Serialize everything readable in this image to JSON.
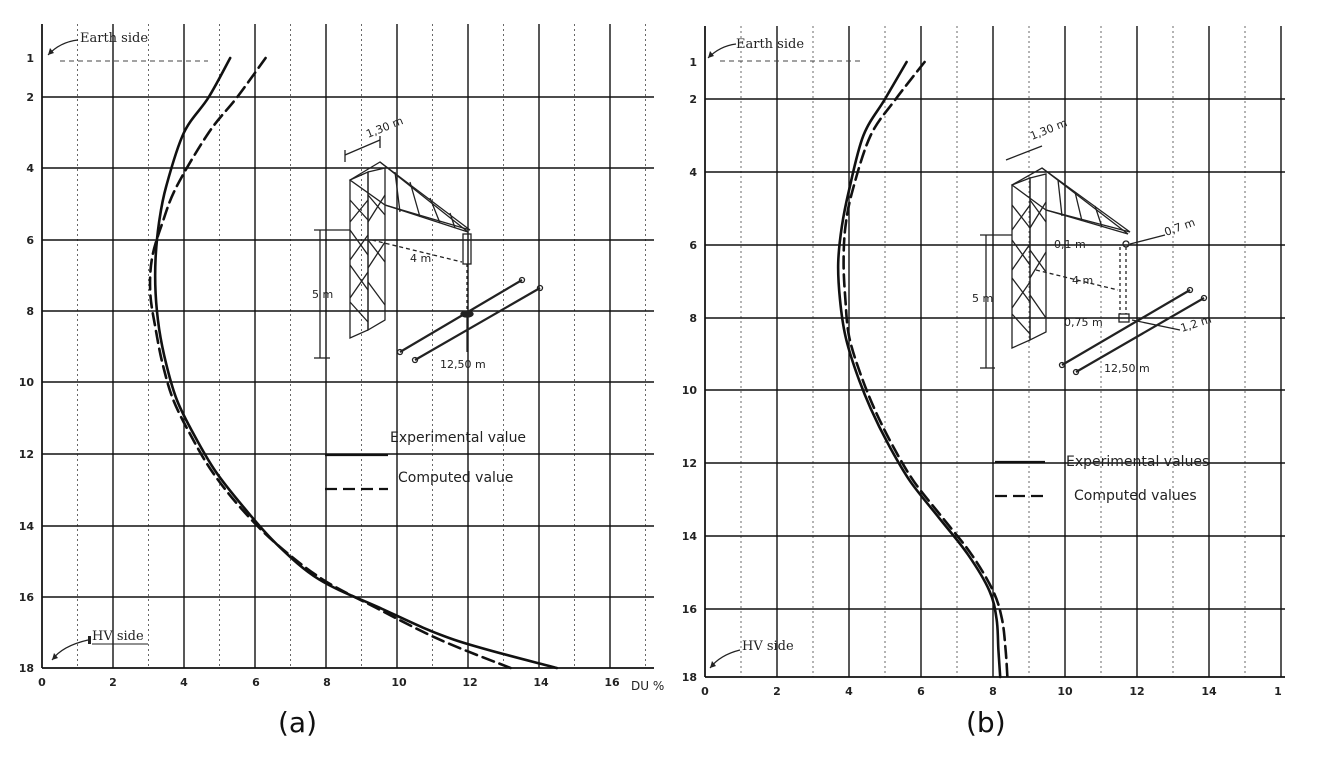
{
  "chart_data": [
    {
      "panel_label": "(a)",
      "type": "line",
      "y_ticks": [
        "1",
        "2",
        "4",
        "6",
        "8",
        "10",
        "12",
        "14",
        "16",
        "18"
      ],
      "x_ticks": [
        "0",
        "2",
        "4",
        "6",
        "8",
        "10",
        "12",
        "14",
        "16"
      ],
      "x_unit_label": "DU %",
      "ylim": [
        1,
        18
      ],
      "xlim": [
        0,
        17.5
      ],
      "y_inverted": true,
      "grid": true,
      "side_top": "Earth side",
      "side_bottom": "HV side",
      "legend": {
        "placement": "right",
        "experimental": "Experimental value",
        "computed": "Computed value"
      },
      "inset_labels": {
        "width": "1,30 m",
        "span": "4 m",
        "height": "5 m",
        "length": "12,50 m"
      },
      "series": [
        {
          "name": "Experimental value",
          "style": "solid",
          "points": [
            [
              5.3,
              1.0
            ],
            [
              4.7,
              2.0
            ],
            [
              4.0,
              3.0
            ],
            [
              3.5,
              4.5
            ],
            [
              3.3,
              5.5
            ],
            [
              3.2,
              6.5
            ],
            [
              3.2,
              7.5
            ],
            [
              3.3,
              8.5
            ],
            [
              3.5,
              9.5
            ],
            [
              3.8,
              10.5
            ],
            [
              4.3,
              11.5
            ],
            [
              4.9,
              12.5
            ],
            [
              5.7,
              13.5
            ],
            [
              6.6,
              14.5
            ],
            [
              7.8,
              15.5
            ],
            [
              9.5,
              16.3
            ],
            [
              11.6,
              17.2
            ],
            [
              14.5,
              18.0
            ]
          ]
        },
        {
          "name": "Computed value",
          "style": "dashed",
          "points": [
            [
              6.3,
              1.0
            ],
            [
              5.5,
              2.0
            ],
            [
              4.7,
              3.0
            ],
            [
              3.8,
              4.5
            ],
            [
              3.4,
              5.5
            ],
            [
              3.1,
              6.5
            ],
            [
              3.05,
              7.5
            ],
            [
              3.2,
              8.5
            ],
            [
              3.4,
              9.5
            ],
            [
              3.7,
              10.5
            ],
            [
              4.2,
              11.5
            ],
            [
              4.8,
              12.5
            ],
            [
              5.6,
              13.5
            ],
            [
              6.6,
              14.5
            ],
            [
              7.9,
              15.5
            ],
            [
              9.4,
              16.3
            ],
            [
              11.2,
              17.2
            ],
            [
              13.2,
              18.0
            ]
          ]
        }
      ]
    },
    {
      "panel_label": "(b)",
      "type": "line",
      "y_ticks": [
        "1",
        "2",
        "4",
        "6",
        "8",
        "10",
        "12",
        "14",
        "16",
        "18"
      ],
      "x_ticks": [
        "0",
        "2",
        "4",
        "6",
        "8",
        "10",
        "12",
        "14",
        "1"
      ],
      "ylim": [
        1,
        18
      ],
      "xlim": [
        0,
        16
      ],
      "y_inverted": true,
      "grid": true,
      "side_top": "Earth side",
      "side_bottom": "HV side",
      "legend": {
        "placement": "right",
        "experimental": "Experimental values",
        "computed": "Computed values"
      },
      "inset_labels": {
        "width": "1,30 m",
        "offset_top": "0,7 m",
        "top_drop": "0,1 m",
        "span": "4 m",
        "height": "5 m",
        "bottom_drop": "0,75 m",
        "spacing": "1,2 m",
        "length": "12,50 m"
      },
      "series": [
        {
          "name": "Experimental values",
          "style": "solid",
          "points": [
            [
              5.6,
              1.0
            ],
            [
              5.0,
              2.0
            ],
            [
              4.4,
              3.0
            ],
            [
              4.0,
              4.5
            ],
            [
              3.8,
              5.5
            ],
            [
              3.7,
              6.5
            ],
            [
              3.75,
              7.5
            ],
            [
              3.9,
              8.5
            ],
            [
              4.2,
              9.5
            ],
            [
              4.6,
              10.5
            ],
            [
              5.1,
              11.5
            ],
            [
              5.7,
              12.5
            ],
            [
              6.5,
              13.5
            ],
            [
              7.3,
              14.5
            ],
            [
              7.9,
              15.5
            ],
            [
              8.1,
              16.3
            ],
            [
              8.15,
              17.2
            ],
            [
              8.2,
              18.0
            ]
          ]
        },
        {
          "name": "Computed values",
          "style": "dashed",
          "points": [
            [
              6.1,
              1.0
            ],
            [
              5.3,
              2.0
            ],
            [
              4.6,
              3.0
            ],
            [
              4.1,
              4.5
            ],
            [
              3.9,
              5.5
            ],
            [
              3.85,
              6.5
            ],
            [
              3.9,
              7.5
            ],
            [
              4.0,
              8.5
            ],
            [
              4.3,
              9.5
            ],
            [
              4.7,
              10.5
            ],
            [
              5.2,
              11.5
            ],
            [
              5.8,
              12.5
            ],
            [
              6.6,
              13.5
            ],
            [
              7.4,
              14.5
            ],
            [
              8.0,
              15.5
            ],
            [
              8.25,
              16.3
            ],
            [
              8.35,
              17.2
            ],
            [
              8.4,
              18.0
            ]
          ]
        }
      ]
    }
  ]
}
